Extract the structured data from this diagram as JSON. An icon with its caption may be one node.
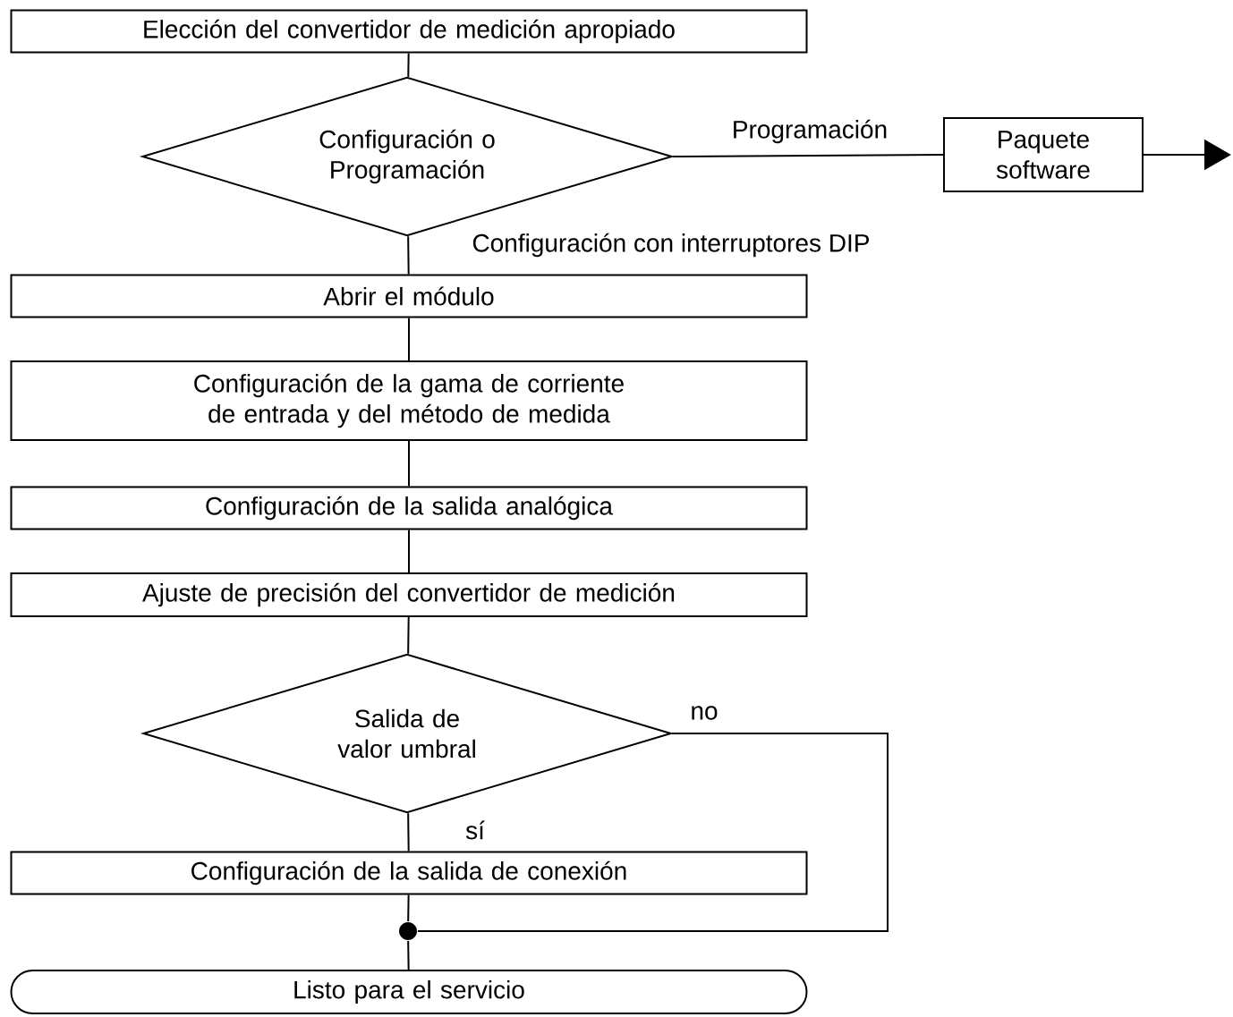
{
  "diagram": {
    "nodes": [
      {
        "text": [
          "Elección del convertidor de medición apropiado"
        ]
      },
      {
        "text": [
          "Configuración o Programación"
        ]
      },
      {
        "text": [
          "Paquete software"
        ]
      },
      {
        "text": [
          "Abrir el módulo"
        ]
      },
      {
        "text": [
          "Configuración de la gama de corriente de entrada y del método de medida"
        ]
      },
      {
        "text": [
          "Configuración de la salida analógica"
        ]
      },
      {
        "text": [
          "Ajuste de precisión del convertidor de medición"
        ]
      },
      {
        "text": [
          "Salida de valor umbral"
        ]
      },
      {
        "text": [
          "Configuración de la salida de conexión"
        ]
      },
      {
        "text": [],
        "shape": "circle"
      },
      {
        "text": [
          "Listo para el servicio"
        ]
      }
    ],
    "edges": [
      {
        "from": 0,
        "to": 1,
        "arrow": "none"
      },
      {
        "from": 1,
        "to": 2,
        "arrow": "none",
        "label": "Programación"
      },
      {
        "from": 2,
        "to": null,
        "arrow": "to"
      },
      {
        "from": 1,
        "to": 3,
        "arrow": "none",
        "label": "Configuración con interruptores DIP"
      },
      {
        "from": 3,
        "to": 4,
        "arrow": "none"
      },
      {
        "from": 4,
        "to": 5,
        "arrow": "none"
      },
      {
        "from": 5,
        "to": 6,
        "arrow": "none"
      },
      {
        "from": 6,
        "to": 7,
        "arrow": "none"
      },
      {
        "from": 7,
        "to": 8,
        "arrow": "none",
        "label": "sí"
      },
      {
        "from": 7,
        "to": 9,
        "arrow": "none",
        "label": "no"
      },
      {
        "from": 8,
        "to": 9,
        "arrow": "none"
      },
      {
        "from": 9,
        "to": 10,
        "arrow": "none"
      }
    ]
  }
}
